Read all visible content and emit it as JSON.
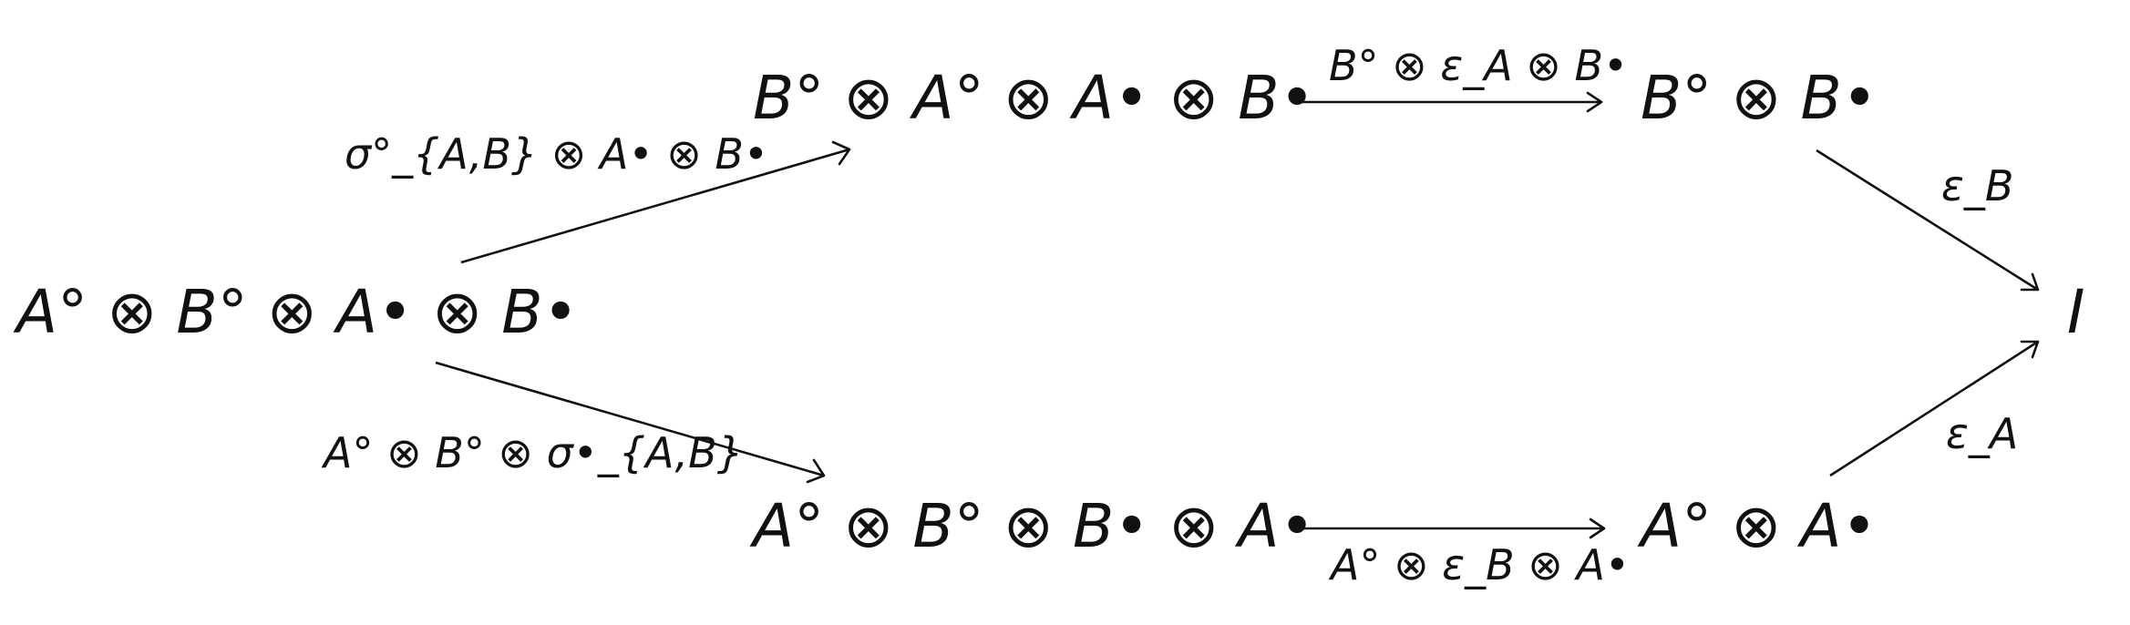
{
  "diagram": {
    "type": "commutative-diagram",
    "nodes": {
      "start": "A° ⊗ B° ⊗ A• ⊗ B•",
      "top_middle": "B° ⊗ A° ⊗ A• ⊗ B•",
      "bottom_middle": "A° ⊗ B° ⊗ B• ⊗ A•",
      "top_right": "B° ⊗ B•",
      "bottom_right": "A° ⊗ A•",
      "unit": "I"
    },
    "edges": {
      "start_to_top": {
        "from": "start",
        "to": "top_middle",
        "label": "σ°_{A,B} ⊗ A• ⊗ B•"
      },
      "start_to_bottom": {
        "from": "start",
        "to": "bottom_middle",
        "label": "A° ⊗ B° ⊗ σ•_{A,B}"
      },
      "top_to_right": {
        "from": "top_middle",
        "to": "top_right",
        "label": "B° ⊗ ε_A ⊗ B•"
      },
      "bottom_to_right": {
        "from": "bottom_middle",
        "to": "bottom_right",
        "label": "A° ⊗ ε_B ⊗ A•"
      },
      "top_right_to_unit": {
        "from": "top_right",
        "to": "unit",
        "label": "ε_B"
      },
      "bottom_right_to_unit": {
        "from": "bottom_right",
        "to": "unit",
        "label": "ε_A"
      }
    }
  }
}
